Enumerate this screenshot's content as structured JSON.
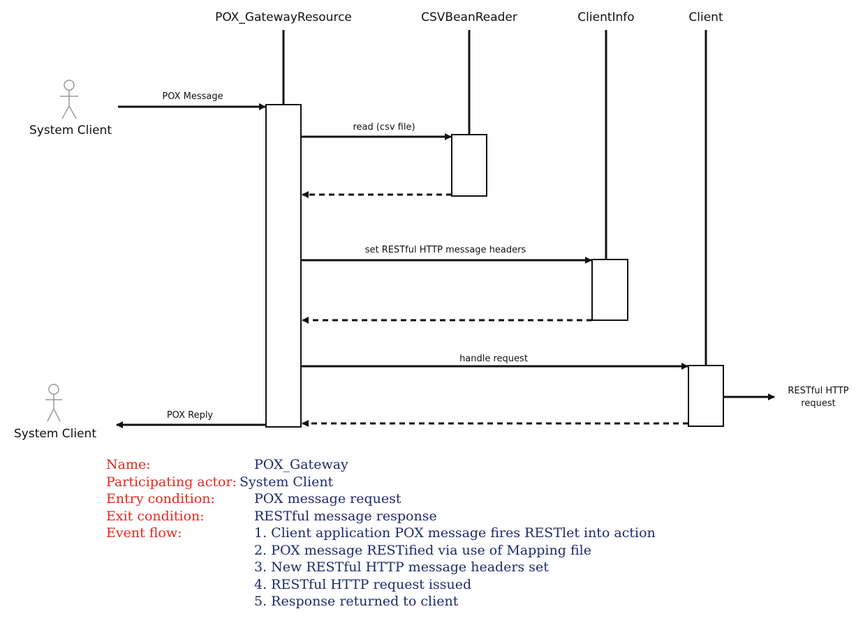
{
  "lifelines": [
    {
      "key": "gateway",
      "title": "POX_GatewayResource"
    },
    {
      "key": "reader",
      "title": "CSVBeanReader"
    },
    {
      "key": "info",
      "title": "ClientInfo"
    },
    {
      "key": "client",
      "title": "Client"
    }
  ],
  "actors": {
    "top": {
      "label": "System Client"
    },
    "bottom": {
      "label": "System Client"
    }
  },
  "messages": {
    "pox_message": "POX Message",
    "read": "read (csv file)",
    "set_headers": "set RESTful HTTP message headers",
    "handle_request": "handle request",
    "pox_reply": "POX Reply"
  },
  "external": {
    "line1": "RESTful HTTP",
    "line2": "request"
  },
  "use_case": {
    "name_key": "Name:",
    "name_val": "POX_Gateway",
    "actor_key": "Participating actor:",
    "actor_val": "System Client",
    "entry_key": "Entry condition:",
    "entry_val": "POX message request",
    "exit_key": "Exit condition:",
    "exit_val": "RESTful message response",
    "flow_key": "Event flow:",
    "flow": [
      "1. Client application POX message fires RESTlet into action",
      "2. POX message RESTified via use of Mapping file",
      "3. New RESTful HTTP message headers set",
      "4. RESTful HTTP request issued",
      "5. Response returned to client"
    ]
  },
  "colors": {
    "key_red": "#e8281d",
    "value_navy": "#1d2a6b",
    "line": "#111111",
    "actor_gray": "#9a9a9a"
  }
}
